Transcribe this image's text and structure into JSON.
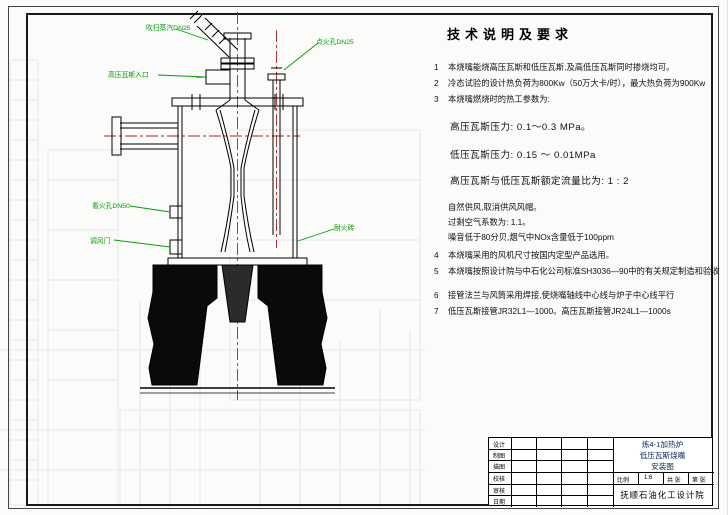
{
  "colors": {
    "centerline_red": "#b32020",
    "label_green": "#00a000",
    "line_black": "#000000",
    "watermark_blue": "#6e8795"
  },
  "notes": {
    "title": "技术说明及要求",
    "lines": [
      {
        "num": "1",
        "text": "本烧嘴能烧高压瓦斯和低压瓦斯,及高低压瓦斯同时掺烧均可。"
      },
      {
        "num": "2",
        "text": "冷态试验的设计热负荷为800Kw（50万大卡/时），最大热负荷为900Kw"
      },
      {
        "num": "3",
        "text": "本烧嘴燃烧时的热工参数为:"
      },
      {
        "num": "",
        "text": "高压瓦斯压力:  0.1～0.3 MPa。"
      },
      {
        "num": "",
        "text": "低压瓦斯压力:  0.15 ～ 0.01MPa"
      },
      {
        "num": "",
        "text": "高压瓦斯与低压瓦斯额定流量比为:  1 : 2"
      },
      {
        "num": "",
        "text": "自然供风,取消供风风帽。"
      },
      {
        "num": "",
        "text": "过剩空气系数为: 1.1。"
      },
      {
        "num": "",
        "text": "噪音低于80分贝,烟气中NOx含量低于100ppm"
      },
      {
        "num": "4",
        "text": "本烧嘴采用的风机尺寸按国内定型产品选用。"
      },
      {
        "num": "5",
        "text": "本烧嘴按照设计院与中石化公司标准SH3036—90中的有关规定制造和验收"
      },
      {
        "num": "6",
        "text": "接管法兰与风筒采用焊接,使烧嘴轴线中心线与炉子中心线平行"
      },
      {
        "num": "7",
        "text": "低压瓦斯接管JR32L1—1000。高压瓦斯接管JR24L1—1000s"
      }
    ]
  },
  "labels": {
    "steam": "吹扫蒸汽DN25",
    "igniter": "点火孔DN25",
    "hp_gas": "高压瓦斯入口",
    "sight": "看火孔DN50",
    "damper": "调风门",
    "brick": "耐火砖"
  },
  "titleblock": {
    "rows": [
      {
        "label": "设计"
      },
      {
        "label": "制图"
      },
      {
        "label": "描图"
      },
      {
        "label": "校核"
      },
      {
        "label": "审核"
      },
      {
        "label": "日期"
      }
    ],
    "title_line1": "炼4-1加热炉",
    "title_line2": "低压瓦斯烧嘴",
    "title_line3": "安装图",
    "scale_label": "比例",
    "scale_value": "1:6",
    "sheets_total": "共 张",
    "sheet_no": "第 张",
    "institute": "抚顺石油化工设计院"
  }
}
